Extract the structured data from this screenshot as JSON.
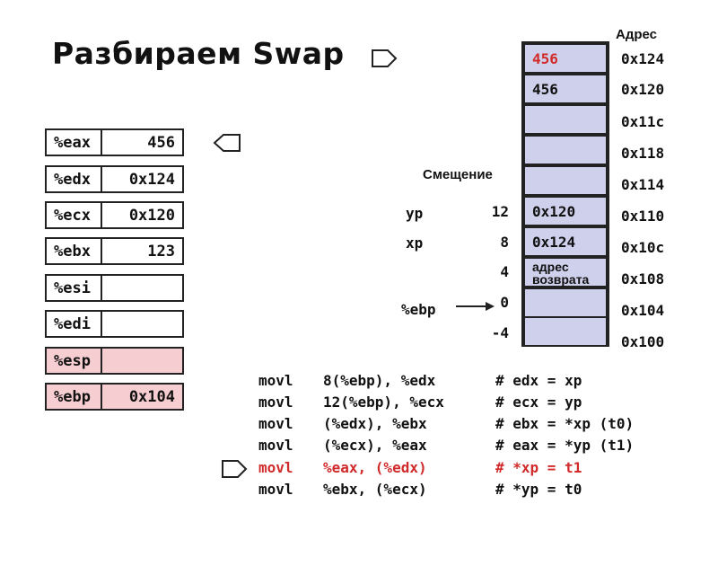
{
  "title": "Разбираем Swap",
  "registers": [
    {
      "name": "%eax",
      "value": "456",
      "highlight": false
    },
    {
      "name": "%edx",
      "value": "0x124",
      "highlight": false
    },
    {
      "name": "%ecx",
      "value": "0x120",
      "highlight": false
    },
    {
      "name": "%ebx",
      "value": "123",
      "highlight": false
    },
    {
      "name": "%esi",
      "value": "",
      "highlight": false
    },
    {
      "name": "%edi",
      "value": "",
      "highlight": false
    },
    {
      "name": "%esp",
      "value": "",
      "highlight": true
    },
    {
      "name": "%ebp",
      "value": "0x104",
      "highlight": true
    }
  ],
  "stack": {
    "address_header": "Адрес",
    "offset_header": "Смещение",
    "cells": [
      {
        "value": "456",
        "address": "0x124",
        "offset": "",
        "label": "",
        "value_color": "#d12a2a"
      },
      {
        "value": "456",
        "address": "0x120",
        "offset": "",
        "label": ""
      },
      {
        "value": "",
        "address": "0x11c",
        "offset": "",
        "label": ""
      },
      {
        "value": "",
        "address": "0x118",
        "offset": "",
        "label": ""
      },
      {
        "value": "",
        "address": "0x114",
        "offset": "",
        "label": ""
      },
      {
        "value": "0x120",
        "address": "0x110",
        "offset": "12",
        "label": "yp"
      },
      {
        "value": "0x124",
        "address": "0x10c",
        "offset": "8",
        "label": "xp"
      },
      {
        "value": "адрес возврата",
        "value_line1": "адрес",
        "value_line2": "возврата",
        "address": "0x108",
        "offset": "4",
        "label": ""
      },
      {
        "value": "",
        "address": "0x104",
        "offset": "0",
        "label": "%ebp"
      },
      {
        "value": "",
        "address": "0x100",
        "offset": "-4",
        "label": ""
      }
    ]
  },
  "code": [
    {
      "op": "movl",
      "args": "8(%ebp), %edx",
      "comment": "# edx = xp",
      "highlight": false
    },
    {
      "op": "movl",
      "args": "12(%ebp), %ecx",
      "comment": "# ecx = yp",
      "highlight": false
    },
    {
      "op": "movl",
      "args": "(%edx), %ebx",
      "comment": "# ebx = *xp (t0)",
      "highlight": false
    },
    {
      "op": "movl",
      "args": "(%ecx), %eax",
      "comment": "# eax = *yp (t1)",
      "highlight": false
    },
    {
      "op": "movl",
      "args": "%eax, (%edx)",
      "comment": "# *xp = t1",
      "highlight": true
    },
    {
      "op": "movl",
      "args": "%ebx, (%ecx)",
      "comment": "# *yp = t0",
      "highlight": false
    }
  ],
  "colors": {
    "highlight_text": "#d12a2a",
    "register_highlight_bg": "#f6cdd0",
    "stack_cell_bg": "#cfd0ec"
  },
  "icons": {
    "memory_pointer": "pentagon-arrow-right-icon",
    "register_pointer": "pentagon-arrow-left-icon",
    "instruction_pointer": "pentagon-arrow-right-icon"
  }
}
